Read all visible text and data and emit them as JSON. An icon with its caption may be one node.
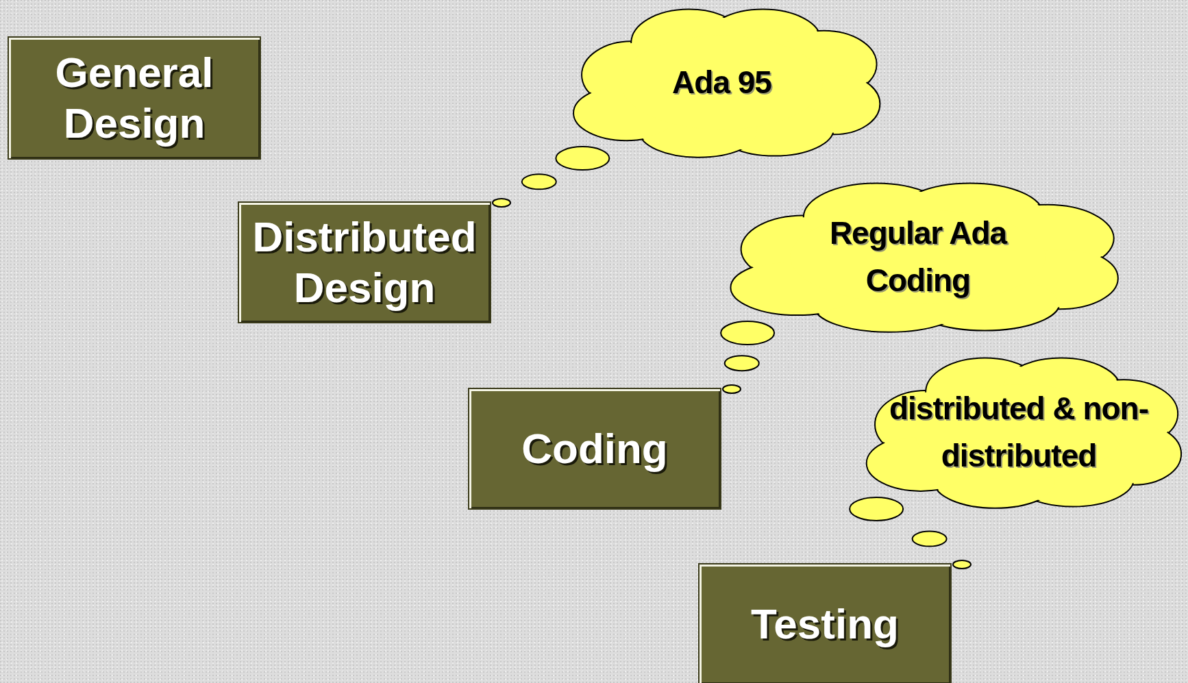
{
  "diagram": {
    "nodes": [
      {
        "text": [
          "General Design"
        ]
      },
      {
        "text": [
          "Ada 95"
        ]
      },
      {
        "text": [
          "Distributed Design"
        ]
      },
      {
        "text": [
          "Regular Ada Coding"
        ]
      },
      {
        "text": [
          "distributed & non-distributed"
        ]
      },
      {
        "text": [
          "Coding"
        ]
      },
      {
        "text": [
          "Testing"
        ]
      }
    ],
    "edges": [
      {
        "from": 2,
        "to": 1,
        "arrow": "none"
      },
      {
        "from": 5,
        "to": 3,
        "arrow": "none"
      },
      {
        "from": 6,
        "to": 4,
        "arrow": "none"
      }
    ]
  }
}
